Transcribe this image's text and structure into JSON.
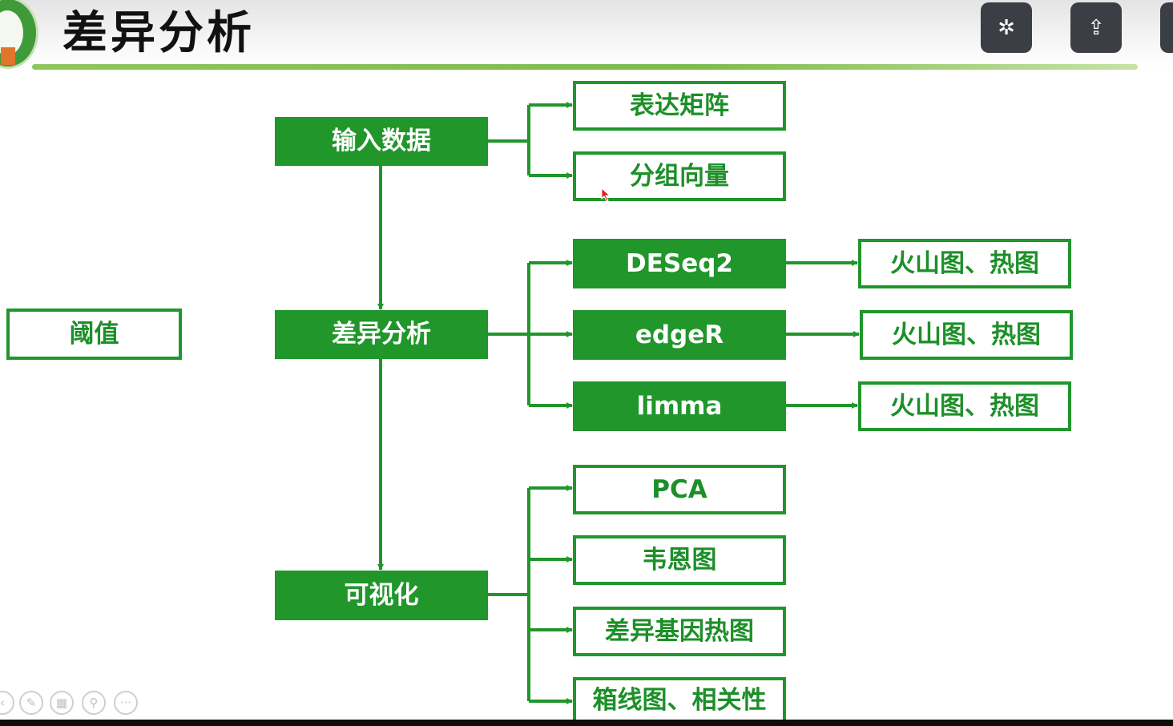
{
  "slide": {
    "title": "差异分析",
    "accent_color": "#20962b"
  },
  "toolbar": [
    {
      "icon": "translate-icon",
      "glyph": "✲"
    },
    {
      "icon": "share-icon",
      "glyph": "⇪"
    }
  ],
  "nodes": {
    "threshold": "阈值",
    "input_data": "输入数据",
    "diff_analysis": "差异分析",
    "visualization": "可视化",
    "expr_matrix": "表达矩阵",
    "group_vector": "分组向量",
    "deseq2": "DESeq2",
    "edger": "edgeR",
    "limma": "limma",
    "volcano_heatmap_1": "火山图、热图",
    "volcano_heatmap_2": "火山图、热图",
    "volcano_heatmap_3": "火山图、热图",
    "pca": "PCA",
    "venn": "韦恩图",
    "deg_heatmap": "差异基因热图",
    "boxplot_corr": "箱线图、相关性"
  },
  "presenter_tools": [
    {
      "icon": "prev-icon",
      "glyph": "‹"
    },
    {
      "icon": "pen-icon",
      "glyph": "✎"
    },
    {
      "icon": "slides-grid-icon",
      "glyph": "▦"
    },
    {
      "icon": "zoom-icon",
      "glyph": "⚲"
    },
    {
      "icon": "more-icon",
      "glyph": "···"
    }
  ]
}
